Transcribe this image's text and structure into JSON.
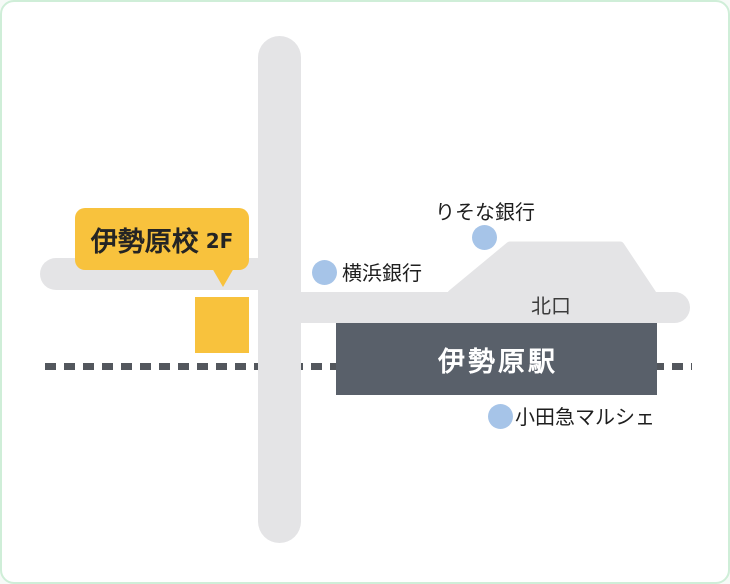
{
  "colors": {
    "card-bg": "#ffffff",
    "card-border": "#cfeed8",
    "road": "#e4e4e6",
    "rail": "#53575d",
    "station-bg": "#59606a",
    "station-text": "#ffffff",
    "marker-yellow": "#f8c23d",
    "poi-blue": "#a6c4e8",
    "text-dark": "#242424"
  },
  "school": {
    "name": "伊勢原校",
    "floor": "2F"
  },
  "station": {
    "name": "伊勢原駅",
    "exit": "北口"
  },
  "pois": [
    {
      "id": "risona-bank",
      "label": "りそな銀行"
    },
    {
      "id": "yokohama-bank",
      "label": "横浜銀行"
    },
    {
      "id": "odakyu-marche",
      "label": "小田急マルシェ"
    }
  ]
}
